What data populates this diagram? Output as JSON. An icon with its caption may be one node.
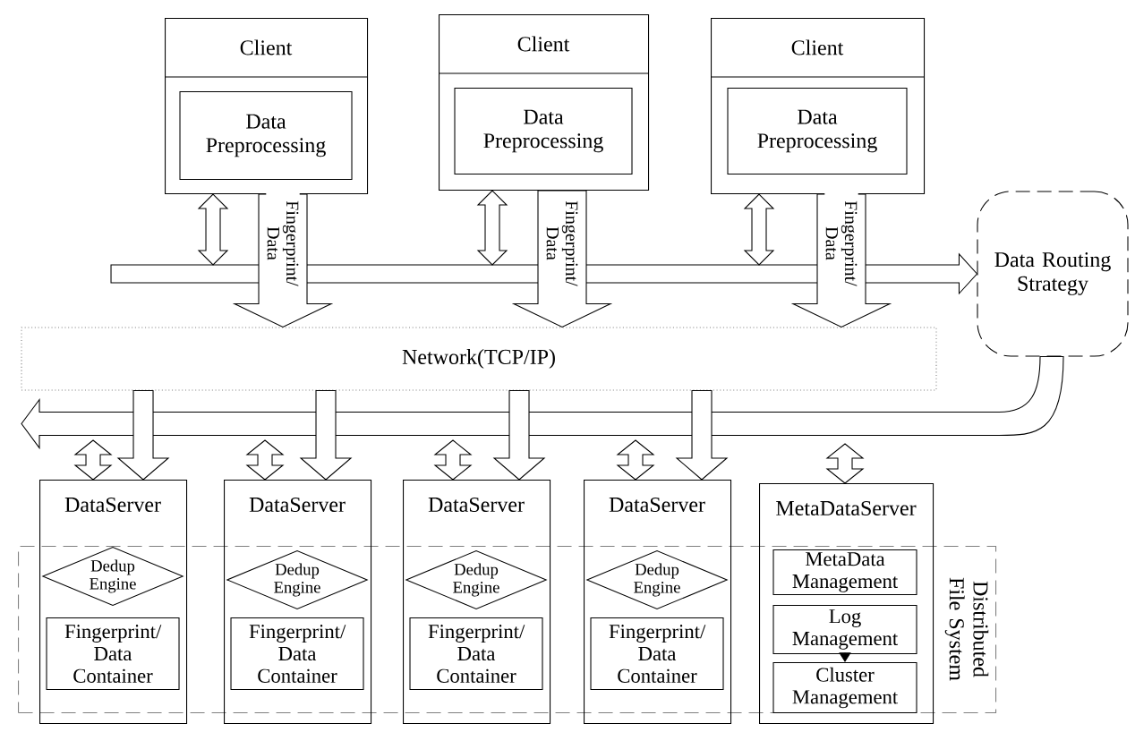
{
  "diagram": {
    "nodes": [
      {
        "text": [
          "Client"
        ]
      },
      {
        "text": [
          "Data Preprocessing"
        ],
        "in": 0
      },
      {
        "text": [
          "Client"
        ]
      },
      {
        "text": [
          "Data Preprocessing"
        ],
        "in": 2
      },
      {
        "text": [
          "Client"
        ]
      },
      {
        "text": [
          "Data Preprocessing"
        ],
        "in": 4
      },
      {
        "text": [
          "Data Routing Strategy"
        ]
      },
      {
        "text": [
          "Network(TCP/IP)"
        ]
      },
      {
        "text": [
          "Distributed File System"
        ]
      },
      {
        "text": [
          "DataServer"
        ]
      },
      {
        "text": [
          "Dedup Engine"
        ]
      },
      {
        "text": [
          "Fingerprint/ Data Container"
        ]
      },
      {
        "text": [
          "DataServer"
        ]
      },
      {
        "text": [
          "Dedup Engine"
        ]
      },
      {
        "text": [
          "Fingerprint/ Data Container"
        ]
      },
      {
        "text": [
          "DataServer"
        ]
      },
      {
        "text": [
          "Dedup Engine"
        ]
      },
      {
        "text": [
          "Fingerprint/ Data Container"
        ]
      },
      {
        "text": [
          "DataServer"
        ]
      },
      {
        "text": [
          "Dedup Engine"
        ]
      },
      {
        "text": [
          "Fingerprint/ Data Container"
        ]
      },
      {
        "text": [
          "MetaDataServer"
        ]
      },
      {
        "text": [
          "MetaData Management"
        ]
      },
      {
        "text": [
          "Log Management"
        ]
      },
      {
        "text": [
          "Cluster Management"
        ]
      }
    ],
    "edges": [
      {
        "from": null,
        "to": 6,
        "arrow": "to"
      },
      {
        "from": 0,
        "to": null,
        "arrow": "both"
      },
      {
        "from": 0,
        "to": 7,
        "arrow": "to",
        "label": "Fingerprint/ Data"
      },
      {
        "from": 2,
        "to": null,
        "arrow": "both"
      },
      {
        "from": 2,
        "to": 7,
        "arrow": "to",
        "label": "Fingerprint/ Data"
      },
      {
        "from": 4,
        "to": null,
        "arrow": "both"
      },
      {
        "from": 4,
        "to": 7,
        "arrow": "to",
        "label": "Fingerprint/ Data"
      },
      {
        "from": 6,
        "to": null,
        "arrow": "to"
      },
      {
        "from": null,
        "to": 9,
        "arrow": "both"
      },
      {
        "from": 7,
        "to": 9,
        "arrow": "to"
      },
      {
        "from": null,
        "to": 12,
        "arrow": "both"
      },
      {
        "from": 7,
        "to": 12,
        "arrow": "to"
      },
      {
        "from": null,
        "to": 15,
        "arrow": "both"
      },
      {
        "from": 7,
        "to": 15,
        "arrow": "to"
      },
      {
        "from": null,
        "to": 18,
        "arrow": "both"
      },
      {
        "from": 7,
        "to": 18,
        "arrow": "to"
      },
      {
        "from": null,
        "to": 21,
        "arrow": "both"
      },
      {
        "from": 23,
        "to": 24,
        "arrow": "to"
      }
    ]
  }
}
